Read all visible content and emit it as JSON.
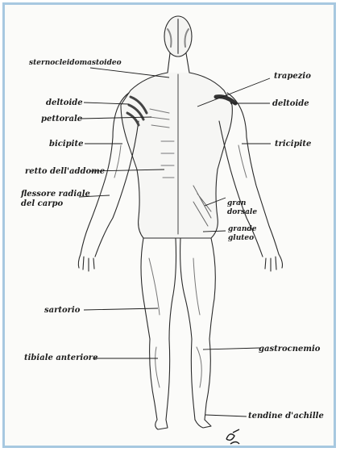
{
  "diagram": {
    "colors": {
      "border": "#a7c8e0",
      "ink": "#1d1d1d",
      "muscle": "#777777"
    },
    "labels": {
      "sternocleido": "sternocleidomastoideo",
      "deltoide_left": "deltoide",
      "pettorale": "pettorale",
      "bicipite": "bicipite",
      "retto": "retto dell'addome",
      "flessore_1": "flessore radiale",
      "flessore_2": "del carpo",
      "sartorio": "sartorio",
      "tibiale": "tibiale anteriore",
      "trapezio": "trapezio",
      "deltoide_right": "deltoide",
      "tricipite": "tricipite",
      "gran_dorsale_1": "gran",
      "gran_dorsale_2": "dorsale",
      "grande_gluteo_1": "grande",
      "grande_gluteo_2": "gluteo",
      "gastrocnemio": "gastrocnemio",
      "tendine": "tendine d'achille"
    }
  }
}
